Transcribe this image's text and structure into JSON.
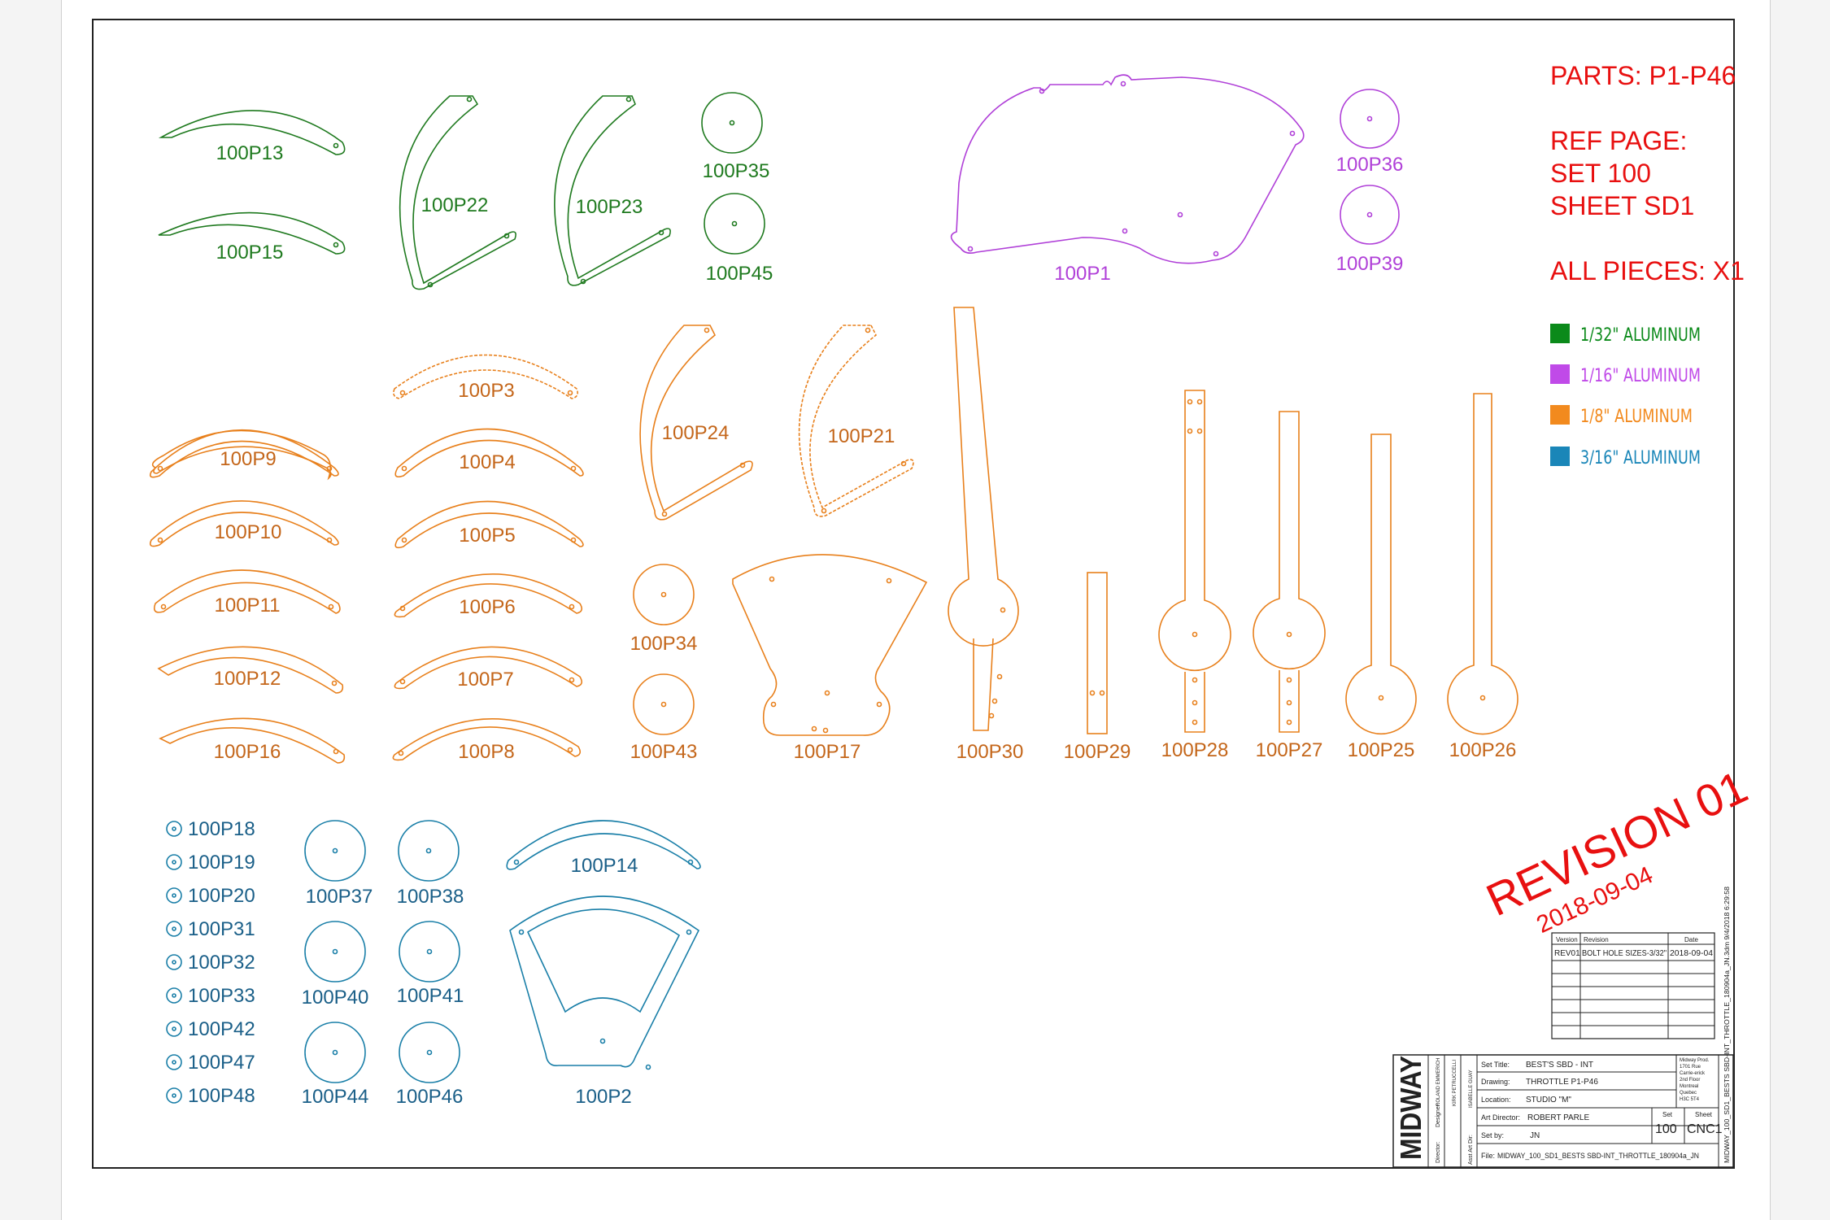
{
  "colors": {
    "green": "#1f7a1f",
    "purple": "#b040d8",
    "orange": "#e8801c",
    "blue": "#1a7fa8",
    "red": "#e81010",
    "ink": "#222222"
  },
  "info": {
    "parts": "PARTS: P1-P46",
    "ref_page": "REF PAGE:",
    "set": "SET 100",
    "sheet": "SHEET SD1",
    "all_pieces": "ALL PIECES: X1"
  },
  "legend": [
    {
      "label": "1/32\" ALUMINUM",
      "color": "#0b8a1a"
    },
    {
      "label": "1/16\" ALUMINUM",
      "color": "#c04ae8"
    },
    {
      "label": "1/8\" ALUMINUM",
      "color": "#f28a1e"
    },
    {
      "label": "3/16\" ALUMINUM",
      "color": "#1a86b8"
    }
  ],
  "revision": {
    "title": "REVISION 01",
    "date": "2018-09-04"
  },
  "parts": {
    "p13": "100P13",
    "p15": "100P15",
    "p22": "100P22",
    "p23": "100P23",
    "p35": "100P35",
    "p45": "100P45",
    "p1": "100P1",
    "p36": "100P36",
    "p39": "100P39",
    "p3": "100P3",
    "p9": "100P9",
    "p4": "100P4",
    "p10": "100P10",
    "p5": "100P5",
    "p11": "100P11",
    "p6": "100P6",
    "p12": "100P12",
    "p7": "100P7",
    "p16": "100P16",
    "p8": "100P8",
    "p24": "100P24",
    "p21": "100P21",
    "p34": "100P34",
    "p43": "100P43",
    "p17": "100P17",
    "p30": "100P30",
    "p29": "100P29",
    "p28": "100P28",
    "p27": "100P27",
    "p25": "100P25",
    "p26": "100P26",
    "p14": "100P14",
    "p2": "100P2",
    "p37": "100P37",
    "p38": "100P38",
    "p40": "100P40",
    "p41": "100P41",
    "p44": "100P44",
    "p46": "100P46"
  },
  "small_parts": [
    "100P18",
    "100P19",
    "100P20",
    "100P31",
    "100P32",
    "100P33",
    "100P42",
    "100P47",
    "100P48"
  ],
  "revision_table": {
    "headers": [
      "Version",
      "Revision",
      "Date"
    ],
    "rows": [
      [
        "REV01",
        "BOLT HOLE SIZES-3/32\"",
        "2018-09-04"
      ]
    ]
  },
  "title_block": {
    "logo": "MIDWAY",
    "side_labels": [
      "Director:",
      "Designer:",
      "Asst Art Dir:"
    ],
    "side_names": [
      "ROLAND EMMERICH",
      "KIRK PETRUCCELLI",
      "ISABELLE GUAY"
    ],
    "set_title_label": "Set Title:",
    "set_title": "BEST'S SBD - INT",
    "drawing_label": "Drawing:",
    "drawing": "THROTTLE P1-P46",
    "location_label": "Location:",
    "location": "STUDIO \"M\"",
    "art_director_label": "Art Director:",
    "art_director": "ROBERT PARLE",
    "set_by_label": "Set by:",
    "set_by": "JN",
    "file_label": "File:",
    "file": "MIDWAY_100_SD1_BESTS SBD-INT_THROTTLE_180904a_JN",
    "address": [
      "Midway Prod.",
      "1701 Rue",
      "Carrie-erick",
      "2nd Floor",
      "Montreal",
      "Quebec",
      "H3C 5T4"
    ],
    "set_label": "Set",
    "set_value": "100",
    "sheet_label": "Sheet",
    "sheet_value": "CNC1",
    "vertical_file": "MIDWAY_100_SD1_BESTS SBD-INT_THROTTLE_180904a_JN.3dm 9/4/2018 6:29:58"
  }
}
